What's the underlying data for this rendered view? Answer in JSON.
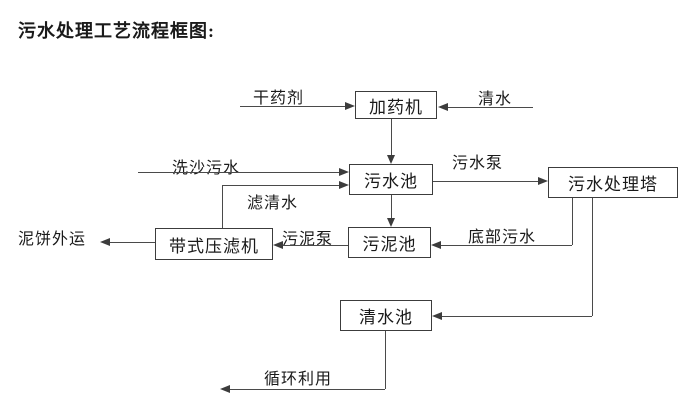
{
  "title": "污水处理工艺流程框图:",
  "diagram": {
    "nodes": {
      "dosing_machine": "加药机",
      "sewage_pool": "污水池",
      "treatment_tower": "污水处理塔",
      "sludge_pool": "污泥池",
      "belt_filter_press": "带式压滤机",
      "clean_water_pool": "清水池"
    },
    "labels": {
      "dry_agent": "干药剂",
      "clean_water": "清水",
      "sand_washing_sewage": "洗沙污水",
      "sewage_pump": "污水泵",
      "filtered_water": "滤清水",
      "sludge_pump": "污泥泵",
      "bottom_sewage": "底部污水",
      "mud_cake_out": "泥饼外运",
      "recycling": "循环利用"
    },
    "colors": {
      "line": "#4a4a4a",
      "border": "#3c3c3c",
      "text": "#1a1a1a",
      "background": "#ffffff"
    }
  }
}
